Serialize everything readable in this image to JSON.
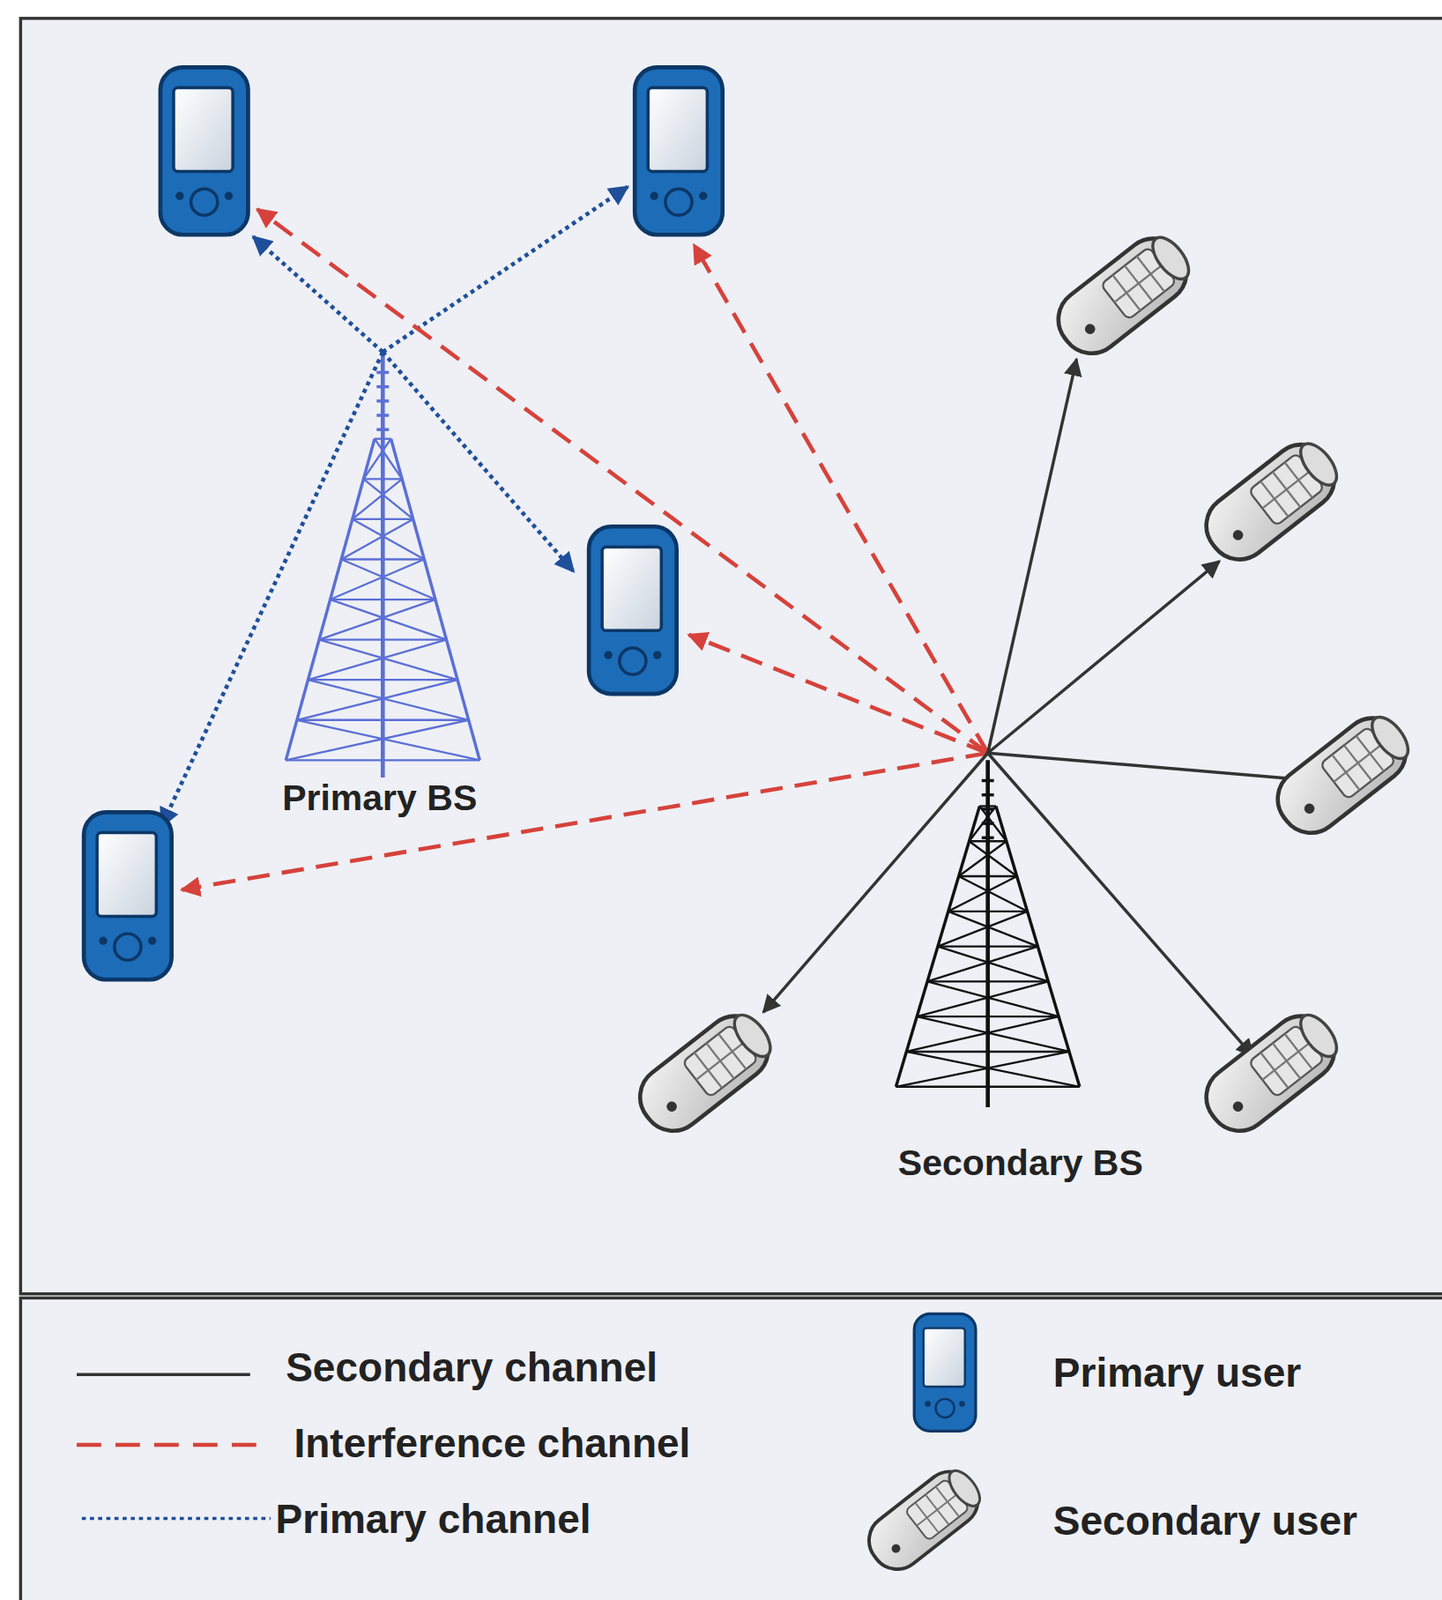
{
  "diagram": {
    "nodes": [
      {
        "text": [
          "Primary BS"
        ]
      },
      {
        "text": [
          "Secondary BS"
        ]
      }
    ],
    "legend": [
      {
        "text": "Secondary channel"
      },
      {
        "text": "Interference channel"
      },
      {
        "text": "Primary channel"
      },
      {
        "text": "Primary user"
      },
      {
        "text": "Secondary user"
      }
    ]
  }
}
